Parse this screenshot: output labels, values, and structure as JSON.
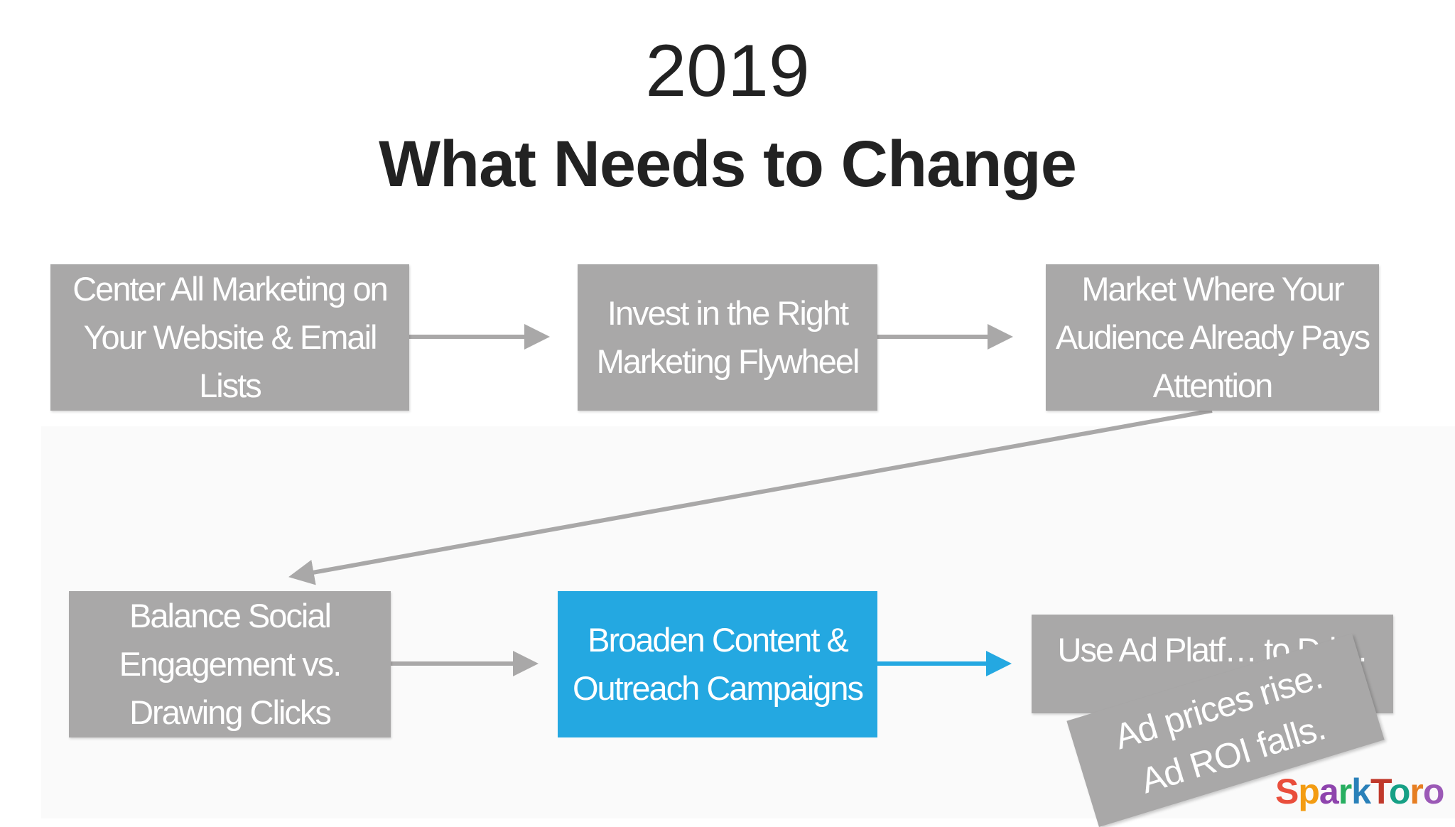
{
  "year": "2019",
  "title": "What Needs to Change",
  "boxes": {
    "center_marketing": "Center All Marketing on Your Website & Email Lists",
    "invest_flywheel": "Invest in the Right Marketing Flywheel",
    "market_attention": "Market Where Your Audience Already Pays Attention",
    "balance_social": "Balance Social Engagement vs. Drawing Clicks",
    "broaden_content": "Broaden Content & Outreach Campaigns",
    "use_ad_platforms": "Use Ad Platf… to Dri…"
  },
  "sticky_note": {
    "line1": "Ad prices rise.",
    "line2": "Ad ROI falls."
  },
  "logo": {
    "text": "SparkToro",
    "letter_colors": [
      "#e94e3c",
      "#f39c12",
      "#8e44ad",
      "#27ae60",
      "#2980b9",
      "#c0392b",
      "#16a085",
      "#e67e22",
      "#9b59b6"
    ]
  },
  "colors": {
    "gray_box": "#a9a8a8",
    "highlight_box": "#24a8e1",
    "gray_arrow": "#a9a8a8",
    "blue_arrow": "#24a8e1"
  }
}
